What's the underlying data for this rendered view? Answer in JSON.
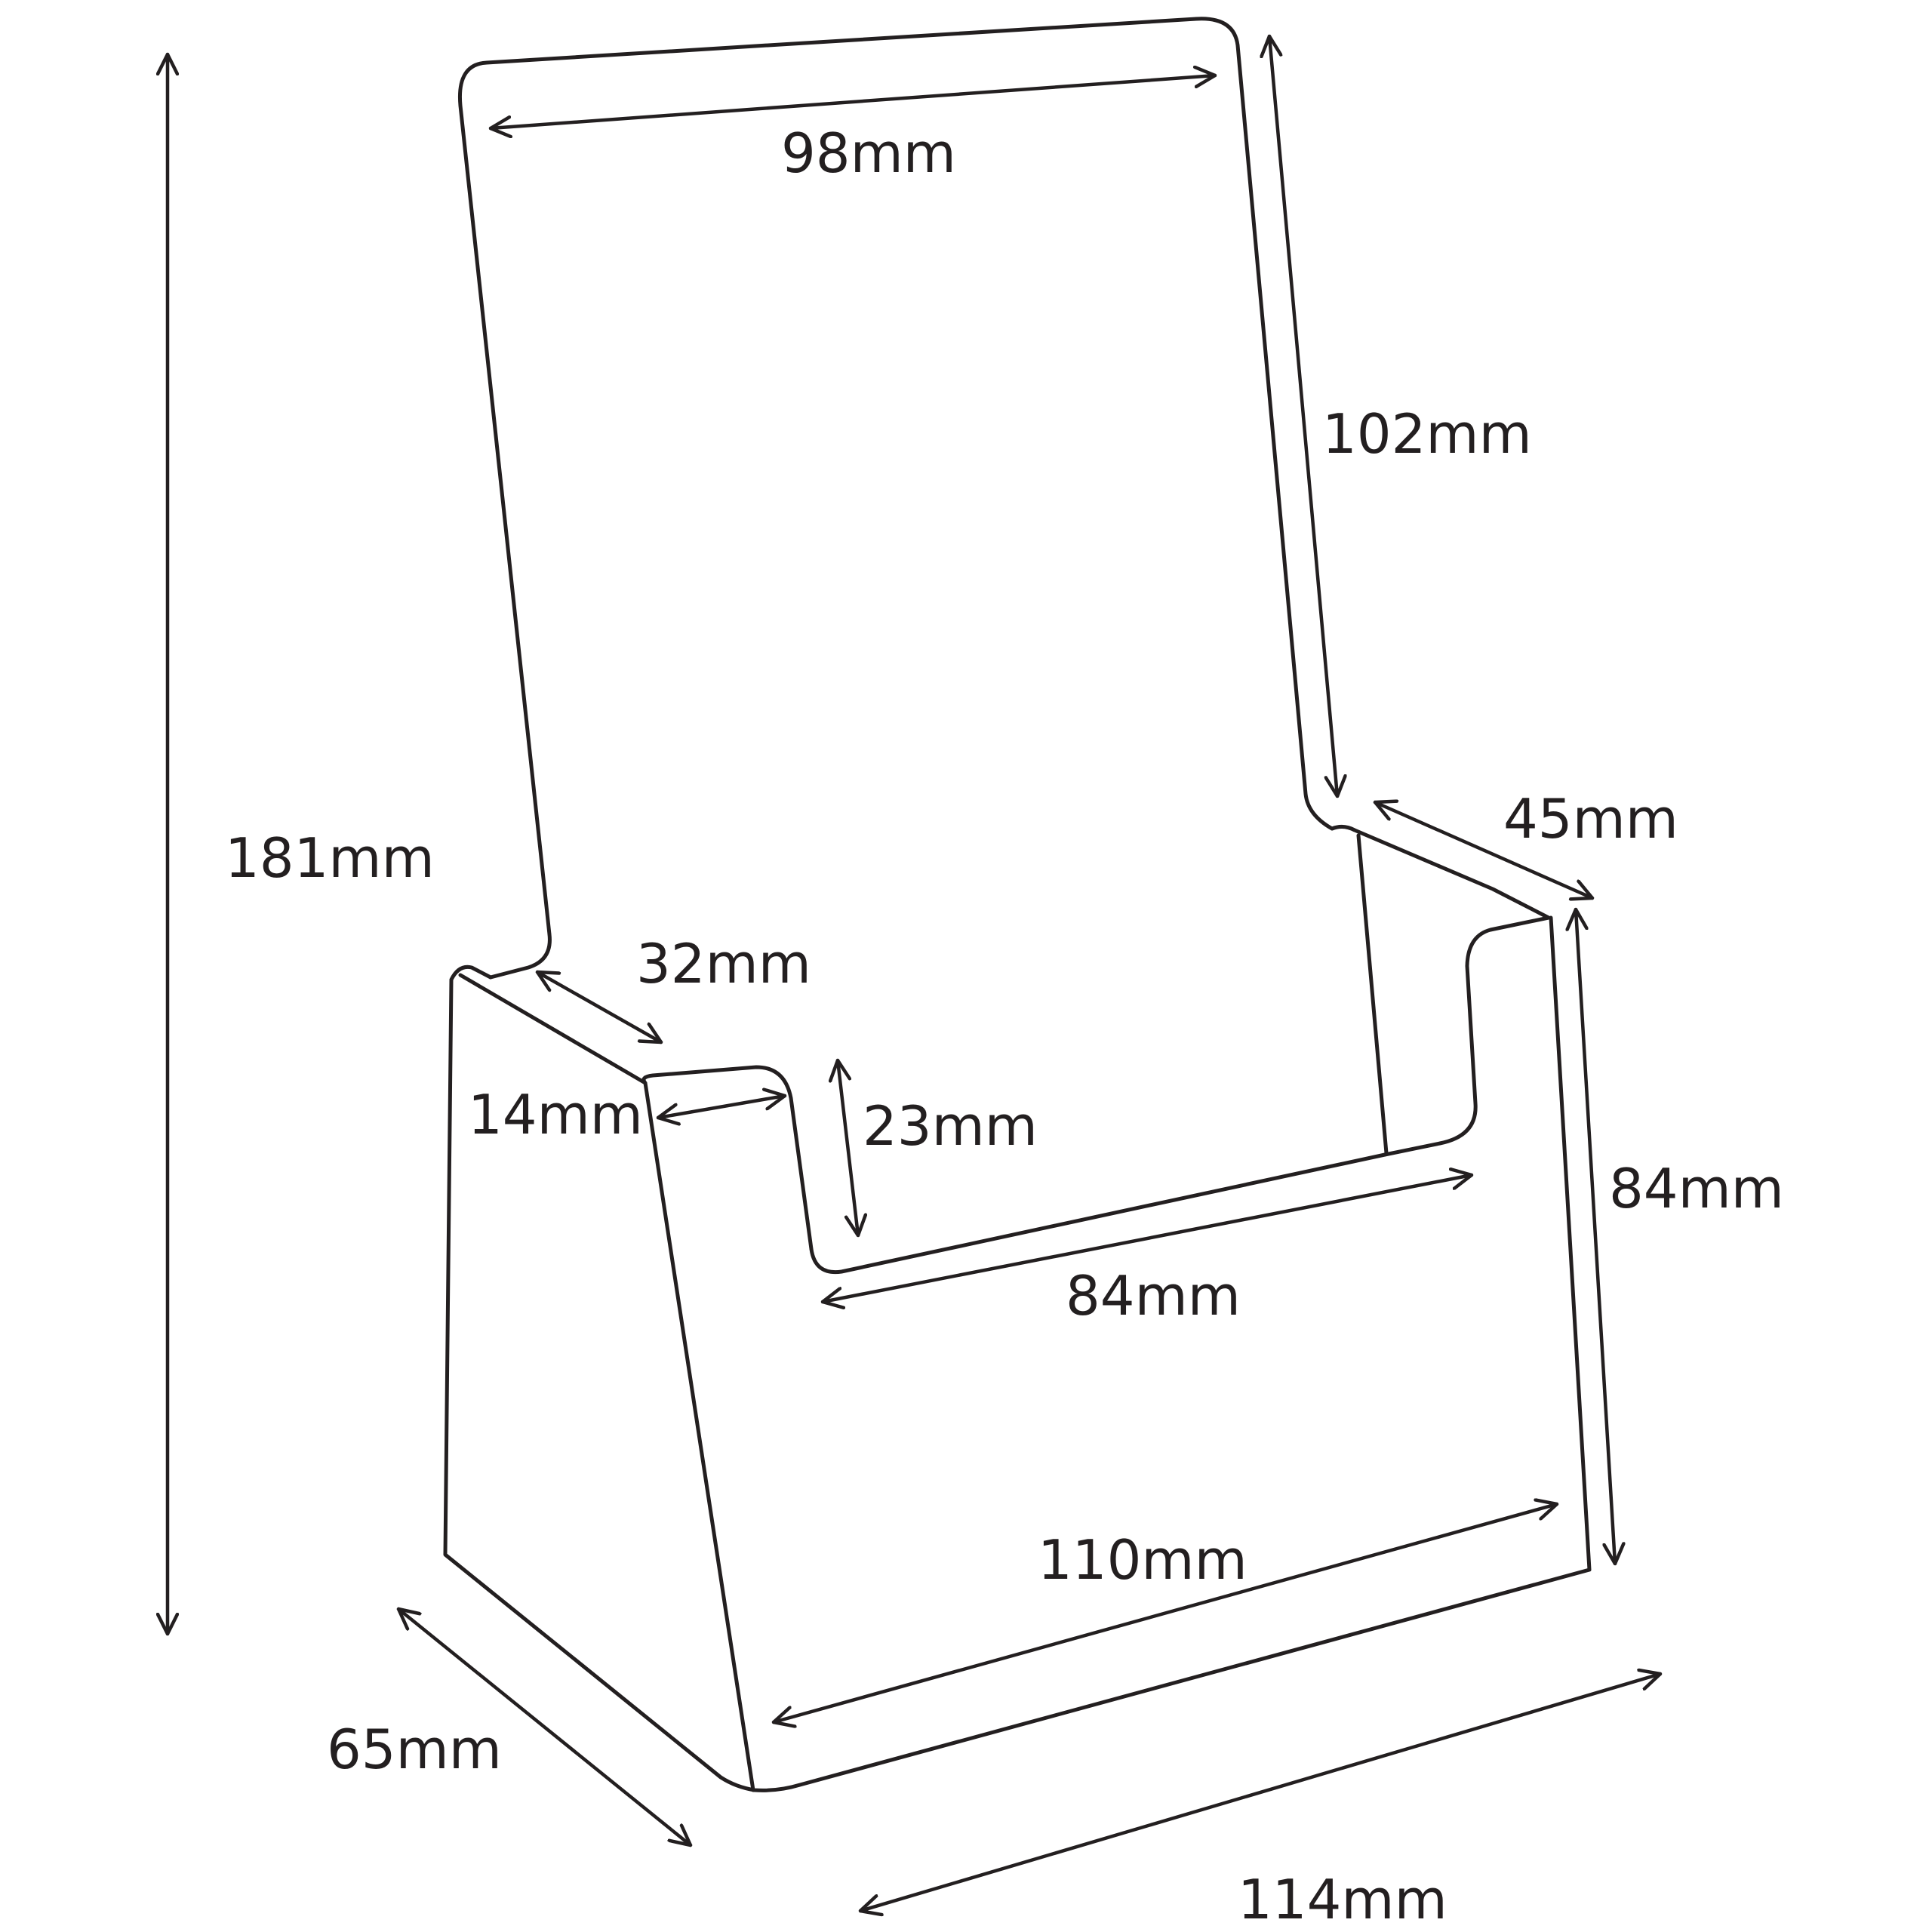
{
  "dimensions": {
    "overall_height": "181mm",
    "back_width": "98mm",
    "back_height": "102mm",
    "side_depth": "45mm",
    "side_height": "84mm",
    "front_slope": "32mm",
    "front_gap": "14mm",
    "front_lip": "23mm",
    "pocket_width": "84mm",
    "base_front_width": "110mm",
    "base_depth": "65mm",
    "base_width": "114mm"
  },
  "colors": {
    "line": "#231f20",
    "background": "#ffffff"
  }
}
